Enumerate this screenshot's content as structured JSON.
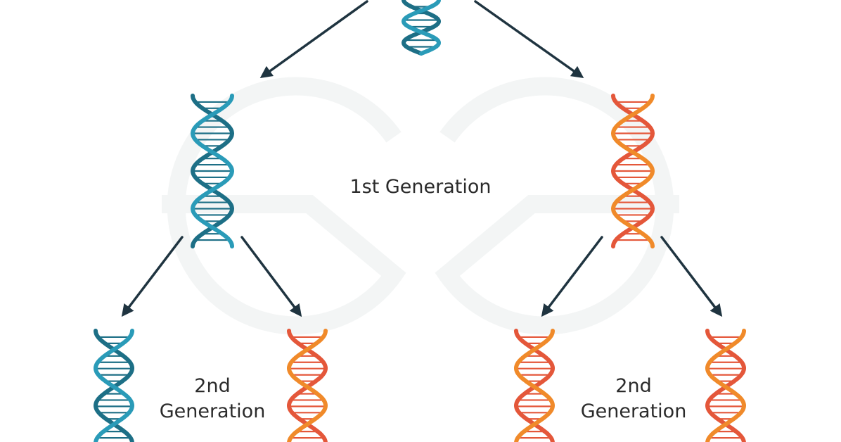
{
  "labels": {
    "first_generation": "1st Generation",
    "second_generation_line1": "2nd",
    "second_generation_line2": "Generation"
  },
  "colors": {
    "parent_strand": "#2a9bb8",
    "parent_strand_dark": "#1d6f86",
    "new_strand": "#f08a2a",
    "new_strand_dark": "#e4573a",
    "arrow": "#1f3440",
    "watermark": "#f3f5f5",
    "text": "#2b2b2b"
  },
  "icons": {
    "dna_helix": "dna-helix-icon",
    "arrow": "arrow-down-icon",
    "watermark": "geeksforgeeks-watermark"
  }
}
